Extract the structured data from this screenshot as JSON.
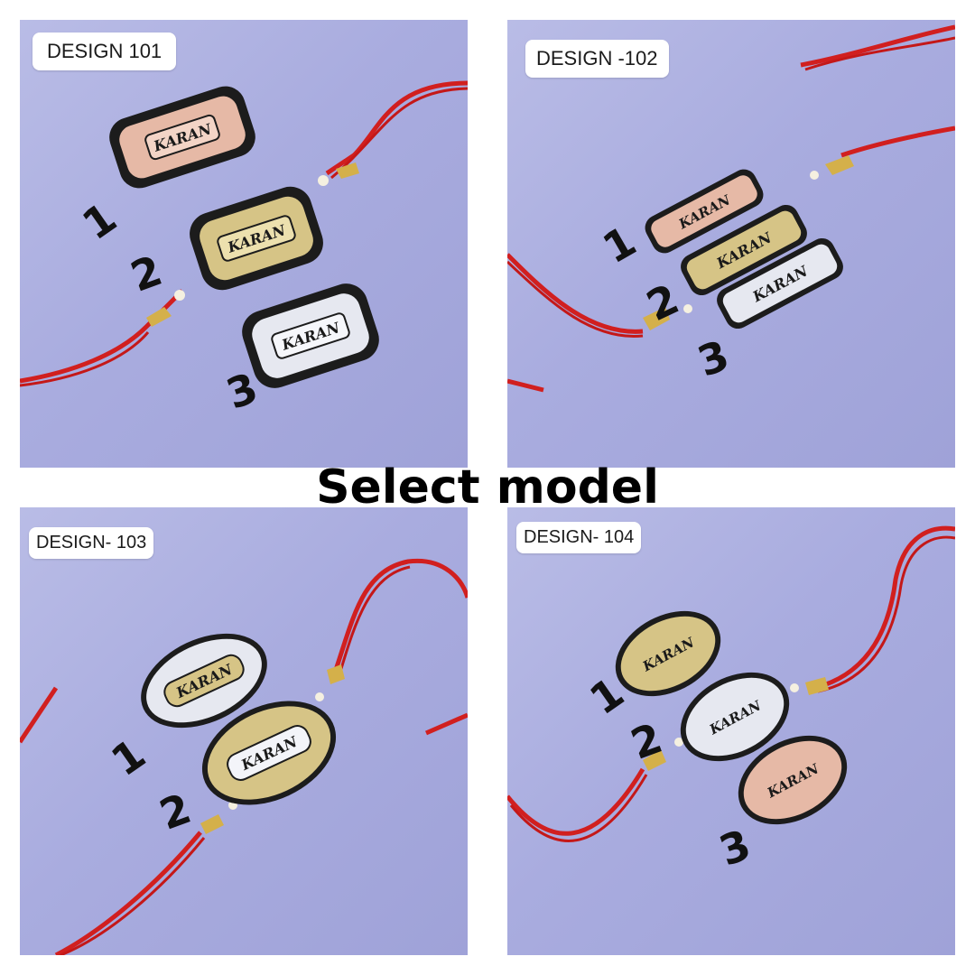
{
  "title": "Select model",
  "panels": [
    {
      "design_label": "DESIGN 101",
      "plate_text": "KARAN",
      "numbers": [
        "1",
        "2",
        "3"
      ]
    },
    {
      "design_label": "DESIGN -102",
      "plate_text": "KARAN",
      "numbers": [
        "1",
        "2",
        "3"
      ]
    },
    {
      "design_label": "DESIGN- 103",
      "plate_text": "KARAN",
      "numbers": [
        "1",
        "2"
      ]
    },
    {
      "design_label": "DESIGN- 104",
      "plate_text": "KARAN",
      "numbers": [
        "1",
        "2",
        "3"
      ]
    }
  ],
  "colors": {
    "background": "#a9acdf",
    "thread": "#d11f1f",
    "rose_gold": "#e6b9a6",
    "gold": "#d6c486",
    "silver": "#e6e8f0",
    "outline": "#1c1c1c"
  }
}
